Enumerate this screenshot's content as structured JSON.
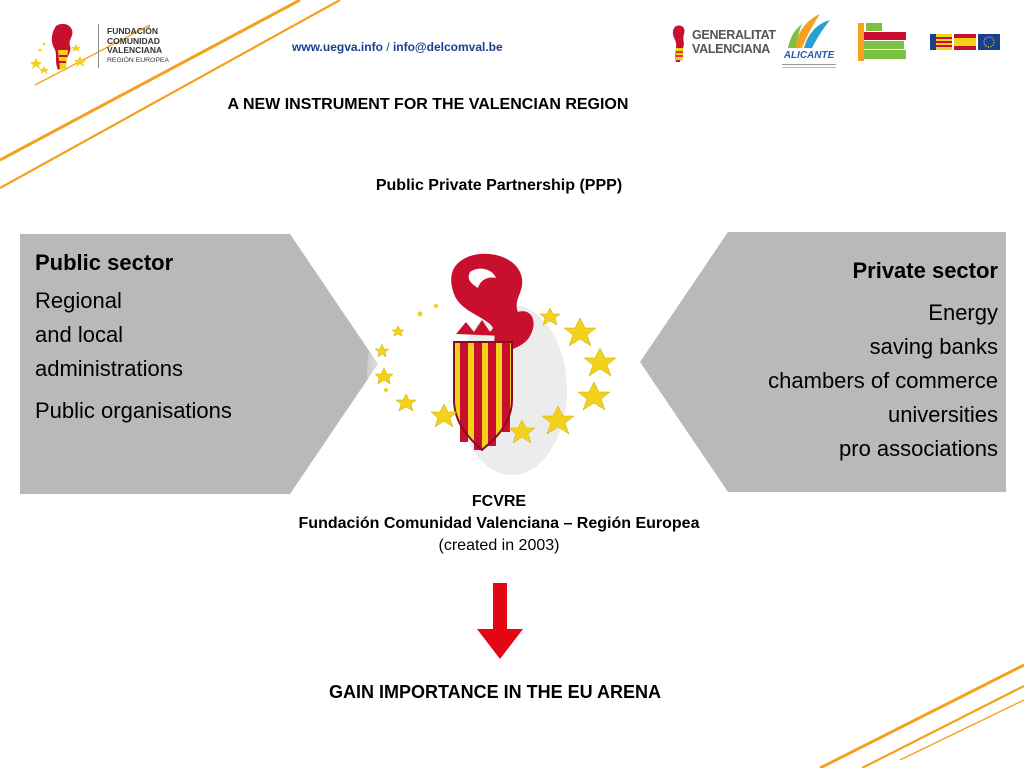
{
  "header": {
    "foundation_logo_lines": [
      "FUNDACIÓN",
      "COMUNIDAD",
      "VALENCIANA",
      "REGIÓN EUROPEA"
    ],
    "website": "www.uegva.info",
    "separator": "/",
    "email": "info@delcomval.be",
    "partner_logos": {
      "generalitat": [
        "GENERALITAT",
        "VALENCIANA"
      ],
      "alicante": "ALICANTE"
    }
  },
  "title": "A NEW INSTRUMENT FOR THE VALENCIAN REGION",
  "subtitle": "Public Private Partnership (PPP)",
  "public_sector": {
    "heading": "Public sector",
    "lines": [
      "Regional",
      "and local",
      "administrations"
    ],
    "extra": "Public organisations"
  },
  "private_sector": {
    "heading": "Private sector",
    "lines": [
      "Energy",
      "saving banks",
      "chambers of commerce",
      "universities",
      "pro associations"
    ]
  },
  "fcvre": {
    "acronym": "FCVRE",
    "full_name": "Fundación Comunidad Valenciana – Región Europea",
    "note": "(created in 2003)"
  },
  "conclusion": "GAIN IMPORTANCE IN THE EU ARENA",
  "colors": {
    "panel_gray": "#b9b9b9",
    "orange_line": "#f5a01e",
    "arrow_red": "#e30613",
    "link_blue": "#1a3f8f",
    "star_yellow": "#f2d21b",
    "crest_red": "#c8102e"
  }
}
